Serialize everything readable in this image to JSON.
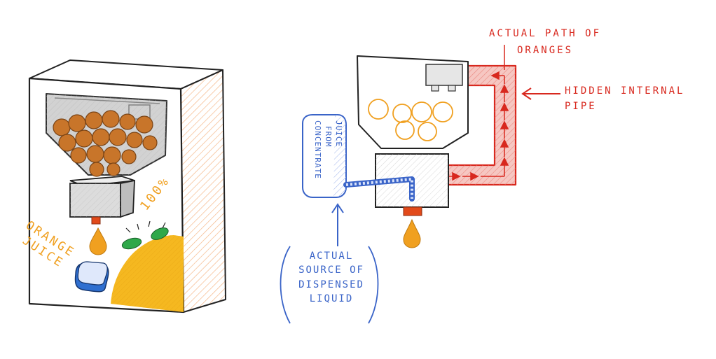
{
  "machine_labels": {
    "brand_line1": "ORANGE",
    "brand_line2": "JUICE",
    "percent": "100%"
  },
  "diagram_labels": {
    "actual_path": [
      "ACTUAL PATH OF",
      "ORANGES"
    ],
    "hidden_pipe": [
      "HIDDEN INTERNAL",
      "PIPE"
    ],
    "concentrate_tank": [
      "JUICE",
      "FROM",
      "CONCENTRATE"
    ],
    "actual_source": [
      "ACTUAL",
      "SOURCE OF",
      "DISPENSED",
      "LIQUID"
    ]
  },
  "colors": {
    "orange_fruit": "#c8752a",
    "juice_drop": "#f0a020",
    "spout": "#e24a1a",
    "leaf": "#2fa84a",
    "button": "#2f6fd0",
    "pipe_red": "#d8281e",
    "pipe_blue": "#3a64c8",
    "cabinet_side": "#f7cfa6"
  }
}
